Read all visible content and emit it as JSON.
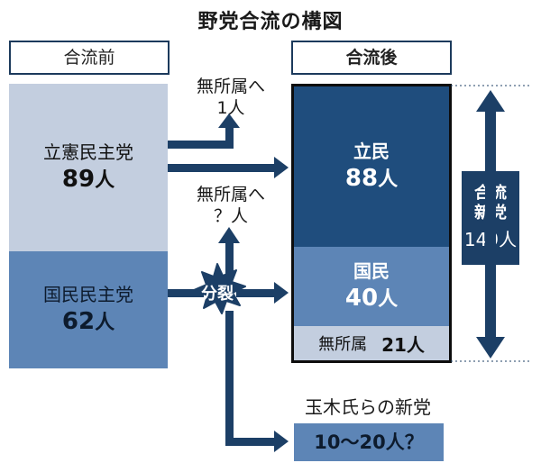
{
  "title": "野党合流の構図",
  "header": {
    "before": "合流前",
    "after": "合流後"
  },
  "before": {
    "cdp": {
      "name": "立憲民主党",
      "seats": "89",
      "unit": "人"
    },
    "dpfp": {
      "name": "国民民主党",
      "seats": "62",
      "unit": "人"
    }
  },
  "notes": {
    "independent_1_line1": "無所属へ",
    "independent_1_line2": "1人",
    "independent_2_line1": "無所属へ",
    "independent_2_line2": "？人",
    "split": "分裂"
  },
  "after": {
    "cdp": {
      "name": "立民",
      "seats": "88",
      "unit": "人"
    },
    "dpfp": {
      "name": "国民",
      "seats": "40",
      "unit": "人"
    },
    "independent": {
      "name": "無所属",
      "seats": "21人"
    }
  },
  "total": {
    "line1": "合流",
    "line2": "新党",
    "count": "149人"
  },
  "new_party": {
    "label": "玉木氏らの新党",
    "count": "10〜20人？"
  },
  "colors": {
    "dark_navy": "#1f4d7d",
    "mid_blue": "#5d85b6",
    "light_blue": "#c3cedf",
    "arrow": "#1c3f66"
  }
}
